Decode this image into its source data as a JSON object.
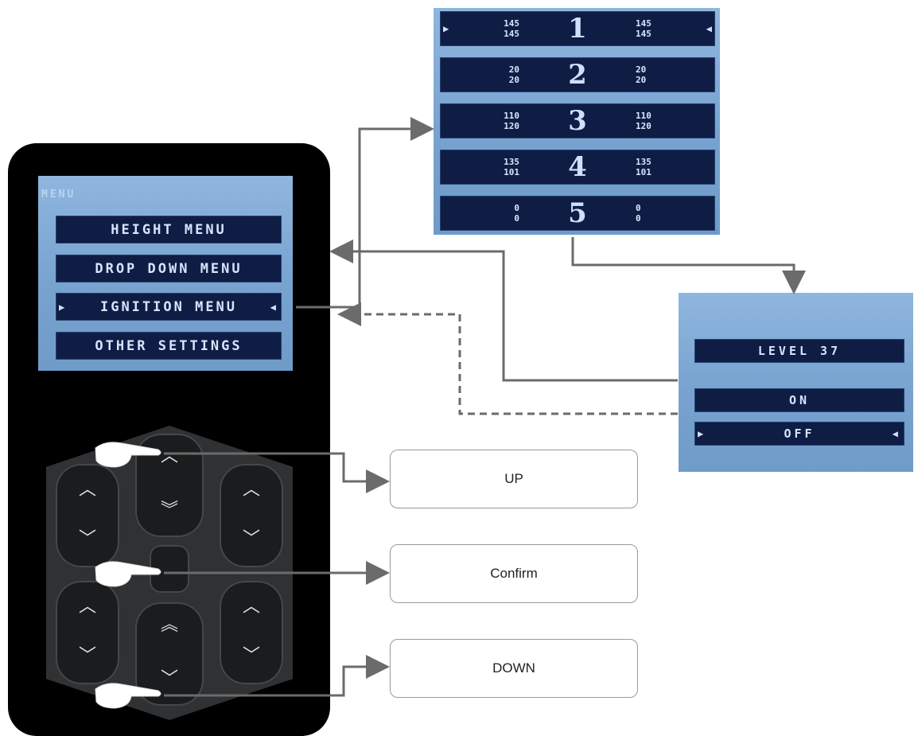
{
  "main_menu": {
    "title": "MENU",
    "items": [
      "HEIGHT MENU",
      "DROP DOWN MENU",
      "IGNITION MENU",
      "OTHER SETTINGS"
    ]
  },
  "preset_menu": {
    "rows": [
      {
        "number": "1",
        "left": [
          "145",
          "145"
        ],
        "right": [
          "145",
          "145"
        ]
      },
      {
        "number": "2",
        "left": [
          "20",
          "20"
        ],
        "right": [
          "20",
          "20"
        ]
      },
      {
        "number": "3",
        "left": [
          "110",
          "120"
        ],
        "right": [
          "110",
          "120"
        ]
      },
      {
        "number": "4",
        "left": [
          "135",
          "101"
        ],
        "right": [
          "135",
          "101"
        ]
      },
      {
        "number": "5",
        "left": [
          "0",
          "0"
        ],
        "right": [
          "0",
          "0"
        ]
      }
    ]
  },
  "level_menu": {
    "items": [
      "LEVEL 37",
      "ON",
      "OFF"
    ]
  },
  "buttons": {
    "up_label": "UP",
    "confirm_label": "Confirm",
    "down_label": "DOWN"
  },
  "colors": {
    "lcd_background": "#7ea7d2",
    "lcd_bar": "#0f1d45",
    "remote_body": "#000000",
    "connector": "#6b6b6b"
  }
}
